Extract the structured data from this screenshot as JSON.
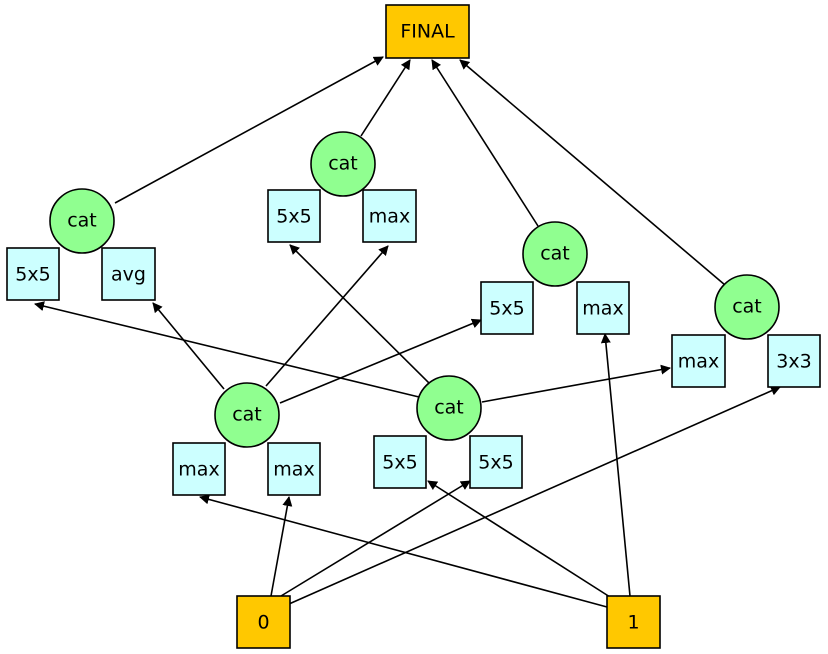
{
  "colors": {
    "io": "#ffc800",
    "op": "#ccffff",
    "cat": "#90ff90",
    "stroke": "#000000"
  },
  "nodes": {
    "final": "FINAL",
    "in0": "0",
    "in1": "1",
    "cat_top": "cat",
    "cat_top_a": "5x5",
    "cat_top_b": "max",
    "cat_left": "cat",
    "cat_left_a": "5x5",
    "cat_left_b": "avg",
    "cat_midr": "cat",
    "cat_midr_a": "5x5",
    "cat_midr_b": "max",
    "cat_right": "cat",
    "cat_right_a": "max",
    "cat_right_b": "3x3",
    "cat_low1": "cat",
    "cat_low1_a": "max",
    "cat_low1_b": "max",
    "cat_low2": "cat",
    "cat_low2_a": "5x5",
    "cat_low2_b": "5x5"
  }
}
